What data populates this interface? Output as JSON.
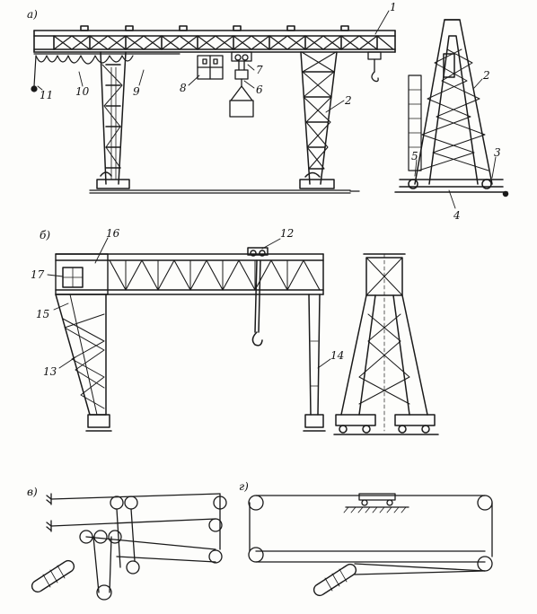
{
  "sections": {
    "a": "а)",
    "b": "б)",
    "v": "в)",
    "g": "г)"
  },
  "callouts": {
    "c1": "1",
    "c2": "2",
    "c2b": "2",
    "c3": "3",
    "c4": "4",
    "c5": "5",
    "c6": "6",
    "c7": "7",
    "c8": "8",
    "c9": "9",
    "c10": "10",
    "c11": "11",
    "c12": "12",
    "c13": "13",
    "c14": "14",
    "c15": "15",
    "c16": "16",
    "c17": "17"
  },
  "colors": {
    "ink": "#1a1a1a",
    "paper": "#fdfdfb"
  }
}
